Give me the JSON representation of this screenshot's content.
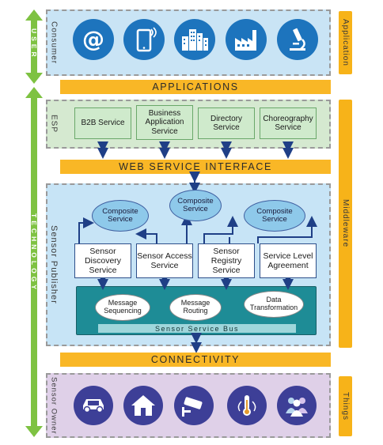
{
  "labels": {
    "user": "USER",
    "technology": "TECHNOLOGY",
    "consumer": "Consumer",
    "esp": "ESP",
    "sensor_publisher": "Sensor Publisher",
    "sensor_owner": "Sensor Owner",
    "application": "Application",
    "middleware": "Middleware",
    "things": "Things"
  },
  "bars": {
    "applications": "APPLICATIONS",
    "web_service_interface": "WEB SERVICE INTERFACE",
    "connectivity": "CONNECTIVITY"
  },
  "consumer_icons": [
    "email-at-icon",
    "mobile-phone-icon",
    "city-buildings-icon",
    "factory-icon",
    "microscope-icon"
  ],
  "esp_services": [
    "B2B Service",
    "Business Application Service",
    "Directory Service",
    "Choreography Service"
  ],
  "composite_services": [
    "Composite Service",
    "Composite Service",
    "Composite Service"
  ],
  "sensor_services": [
    "Sensor Discovery Service",
    "Sensor Access Service",
    "Sensor Registry Service",
    "Service Level Agreement"
  ],
  "bus_services": [
    "Message Sequencing",
    "Message Routing",
    "Data Transformation"
  ],
  "bus_label": "Sensor Service Bus",
  "things_icons": [
    "car-icon",
    "house-icon",
    "security-camera-icon",
    "thermometer-sensor-icon",
    "people-group-icon"
  ],
  "colors": {
    "orange": "#f9b726",
    "green": "#7ec242",
    "blue_icon": "#1d74bd",
    "purple_icon": "#3d3f97",
    "connector": "#1f3f86"
  }
}
